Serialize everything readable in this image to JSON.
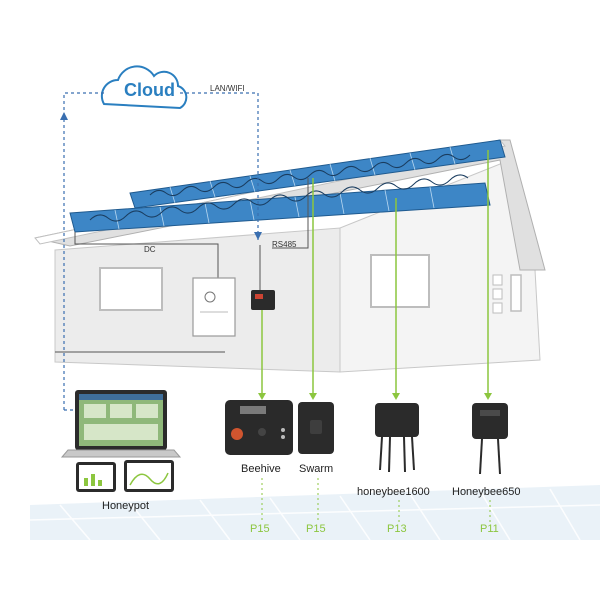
{
  "labels": {
    "cloud": "Cloud",
    "network": "LAN/WIFI",
    "dc": "DC",
    "rs485": "RS485"
  },
  "devices": {
    "honeypot": "Honeypot",
    "beehive": "Beehive",
    "swarm": "Swarm",
    "honeybee1600": "honeybee1600",
    "honeybee650": "Honeybee650"
  },
  "ports": {
    "beehive": "P15",
    "swarm": "P15",
    "honeybee1600": "P13",
    "honeybee650": "P11"
  },
  "colors": {
    "cloud_text": "#2a7fc0",
    "panel_blue": "#3d86c6",
    "connector_green": "#8cc63f",
    "dashed_blue": "#3a6fb0",
    "wall": "#ececec"
  }
}
